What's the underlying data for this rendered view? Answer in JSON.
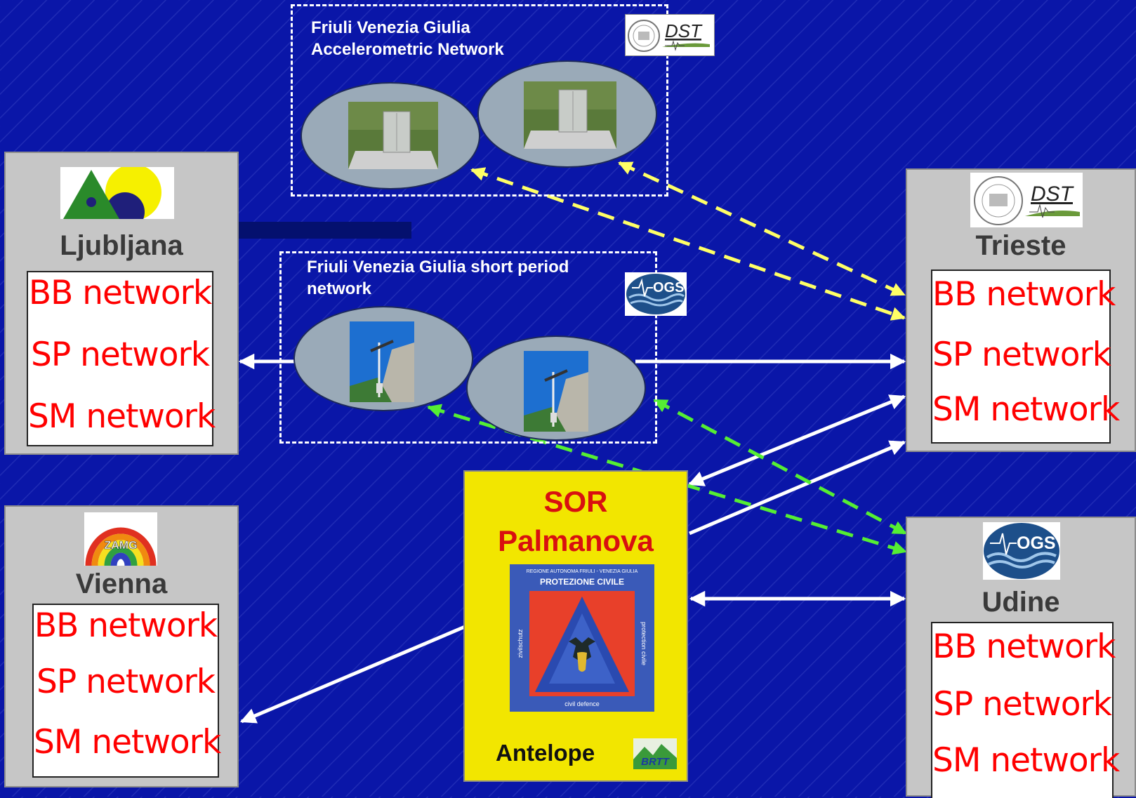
{
  "colors": {
    "background": "#0a16a8",
    "city_box": "#c6c6c6",
    "network_text": "#ff0000",
    "sor_box": "#f2e600",
    "sor_title": "#d81010",
    "accelerometric_link": "#ffff66",
    "short_period_link": "#55ee33",
    "data_link": "#ffffff"
  },
  "accelerometric": {
    "title": "Friuli Venezia Giulia\nAccelerometric Network",
    "logo_text": "DST"
  },
  "short_period": {
    "title": "Friuli Venezia Giulia short period\nnetwork",
    "logo_text": "OGS"
  },
  "ljubljana": {
    "name": "Ljubljana",
    "networks": [
      "BB network",
      "SP network",
      "SM network"
    ]
  },
  "vienna": {
    "name": "Vienna",
    "logo_text": "ZAMG",
    "networks": [
      "BB network",
      "SP network",
      "SM network"
    ]
  },
  "trieste": {
    "name": "Trieste",
    "logo_text": "DST",
    "networks": [
      "BB network",
      "SP network",
      "SM network"
    ]
  },
  "udine": {
    "name": "Udine",
    "logo_text": "OGS",
    "networks": [
      "BB network",
      "SP network",
      "SM network"
    ]
  },
  "sor": {
    "title_line1": "SOR",
    "title_line2": "Palmanova",
    "emblem_top": "REGIONE AUTONOMA FRIULI - VENEZIA GIULIA",
    "emblem_title": "PROTEZIONE CIVILE",
    "emblem_left": "zivilschutz",
    "emblem_right": "protection civile",
    "emblem_bottom": "civil defence",
    "software": "Antelope",
    "software_logo": "BRTT"
  }
}
